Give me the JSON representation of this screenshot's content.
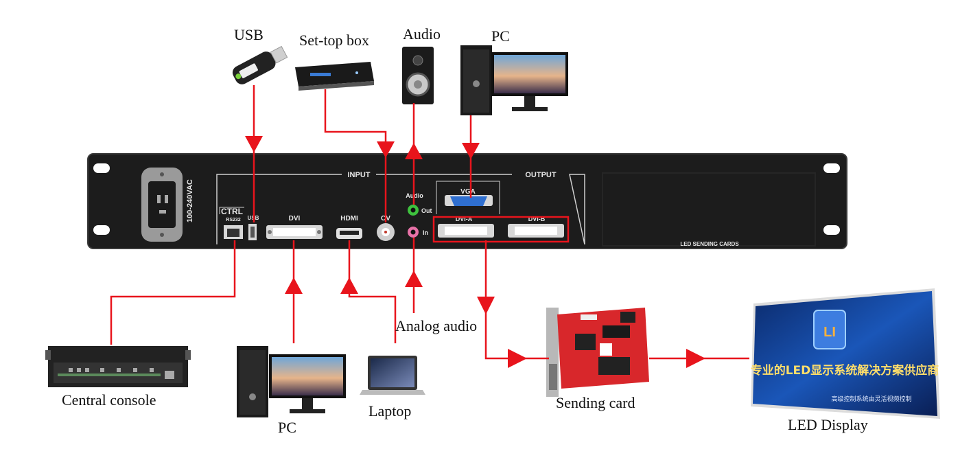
{
  "labels": {
    "usb": "USB",
    "settop": "Set-top box",
    "audio": "Audio",
    "pc_top": "PC",
    "analog_audio": "Analog audio",
    "central_console": "Central console",
    "pc_bottom": "PC",
    "laptop": "Laptop",
    "sending_card": "Sending card",
    "led_display": "LED Display"
  },
  "panel": {
    "power": "100-240VAC",
    "input": "INPUT",
    "output": "OUTPUT",
    "ctrl": "CTRL",
    "rs232": "RS232",
    "usb": "USB",
    "dvi": "DVI",
    "hdmi": "HDMI",
    "cv": "CV",
    "audio": "Audio",
    "out": "Out",
    "in": "In",
    "vga": "VGA",
    "dvi_a": "DVI-A",
    "dvi_b": "DVI-B",
    "led_sending_cards": "LED SENDING CARDS"
  },
  "screen": {
    "slogan": "专业的LED显示系统解决方案供应商",
    "subtitle": "高级控制系统由灵活视频控制"
  },
  "colors": {
    "arrow": "#e8141c",
    "chassis": "#1c1c1c"
  }
}
